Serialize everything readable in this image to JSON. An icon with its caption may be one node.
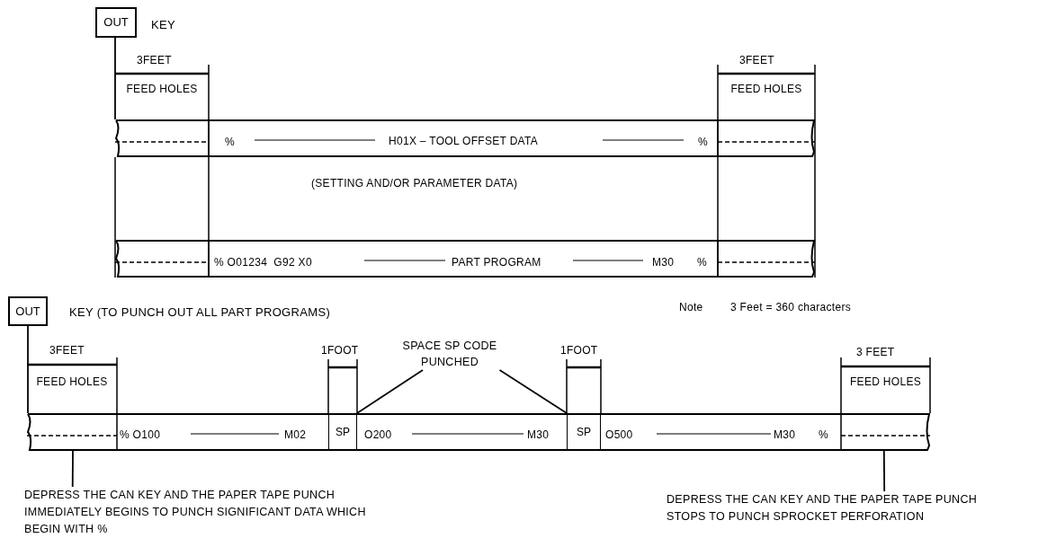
{
  "diagram": {
    "nodes": [
      {
        "text": [
          "OUT"
        ],
        "beside": [
          "KEY"
        ]
      },
      {
        "text": [],
        "shape": "bar"
      },
      {
        "text": [
          "OUT"
        ],
        "beside": [
          "KEY (TO PUNCH OUT ALL PART PROGRAMS)"
        ]
      },
      {
        "text": [
          "SPACE SP CODE PUNCHED"
        ]
      },
      {
        "text": [],
        "shape": "bar"
      },
      {
        "text": [
          "SP"
        ],
        "in": 4
      },
      {
        "text": [
          "SP"
        ],
        "in": 4
      },
      {
        "text": [
          "DEPRESS THE CAN KEY  AND THE PAPER TAPE PUNCH IMMEDIATELY BEGINS TO PUNCH SIGNIFICANT DATA WHICH BEGIN WITH  %"
        ]
      },
      {
        "text": [
          "DEPRESS THE CAN KEY  AND THE PAPER TAPE PUNCH STOPS TO PUNCH SPROCKET PERFORATION"
        ]
      }
    ],
    "edges": [
      {
        "from": 0,
        "to": 1,
        "arrow": "none"
      },
      {
        "from": 2,
        "to": 4,
        "arrow": "none"
      },
      {
        "from": 3,
        "to": 5,
        "arrow": "none"
      },
      {
        "from": 3,
        "to": 6,
        "arrow": "none"
      },
      {
        "from": 7,
        "to": 4,
        "arrow": "none"
      },
      {
        "from": 8,
        "to": 4,
        "arrow": "none"
      }
    ],
    "labels": [
      "3FEET",
      "3FEET",
      "FEED HOLES",
      "FEED HOLES",
      "%",
      "H01X – TOOL OFFSET DATA",
      "%",
      "(SETTING AND/OR PARAMETER DATA)",
      "% O01234  G92 X0",
      "PART PROGRAM",
      "M30",
      "%",
      "Note",
      "3 Feet = 360 characters",
      "3FEET",
      "1FOOT",
      "1FOOT",
      "3 FEET",
      "FEED HOLES",
      "FEED HOLES",
      "% O100",
      "M02",
      "O200",
      "M30",
      "O500",
      "M30",
      "%"
    ]
  }
}
